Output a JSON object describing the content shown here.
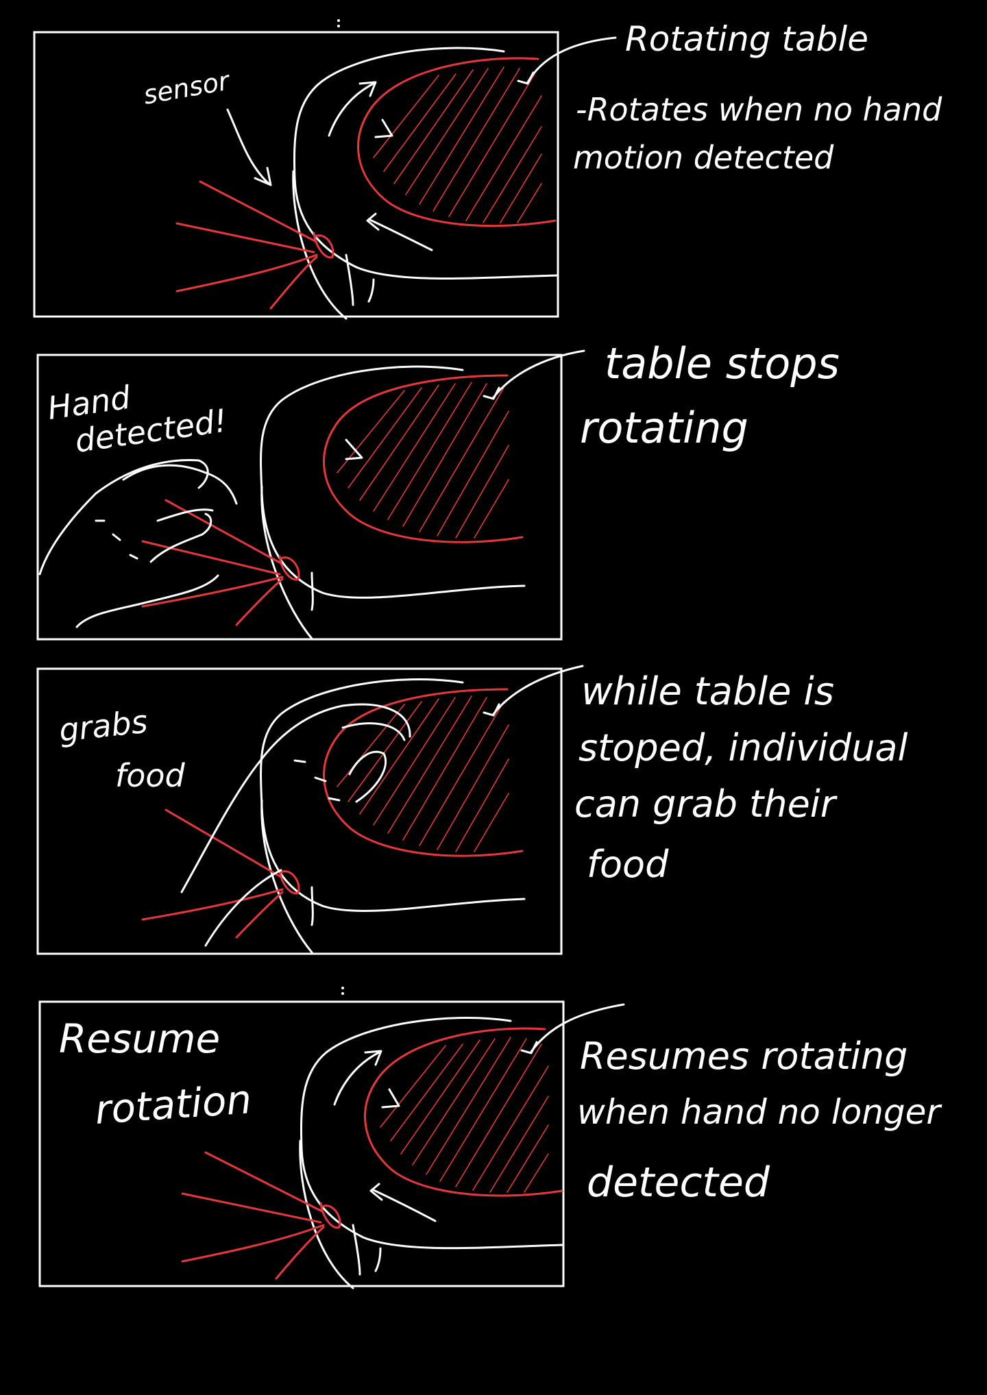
{
  "colors": {
    "background": "#000000",
    "ink": "#ffffff",
    "accent": "#e8373a"
  },
  "frames": [
    {
      "label_lines": [],
      "callout": "sensor",
      "note_lines": [
        "Rotating table",
        "-Rotates when no hand",
        "motion detected"
      ],
      "shows_rotation_arrows": true,
      "shows_hand": false
    },
    {
      "label_lines": [
        "Hand",
        "detected!"
      ],
      "callout": "",
      "note_lines": [
        "table stops",
        "rotating"
      ],
      "shows_rotation_arrows": false,
      "shows_hand": true
    },
    {
      "label_lines": [
        "grabs",
        "food"
      ],
      "callout": "",
      "note_lines": [
        "while table is",
        "stoped, individual",
        "can grab their",
        "food"
      ],
      "shows_rotation_arrows": false,
      "shows_hand": true
    },
    {
      "label_lines": [
        "Resume",
        "rotation"
      ],
      "callout": "",
      "note_lines": [
        "Resumes rotating",
        "when hand no longer",
        "detected"
      ],
      "shows_rotation_arrows": true,
      "shows_hand": false
    }
  ]
}
